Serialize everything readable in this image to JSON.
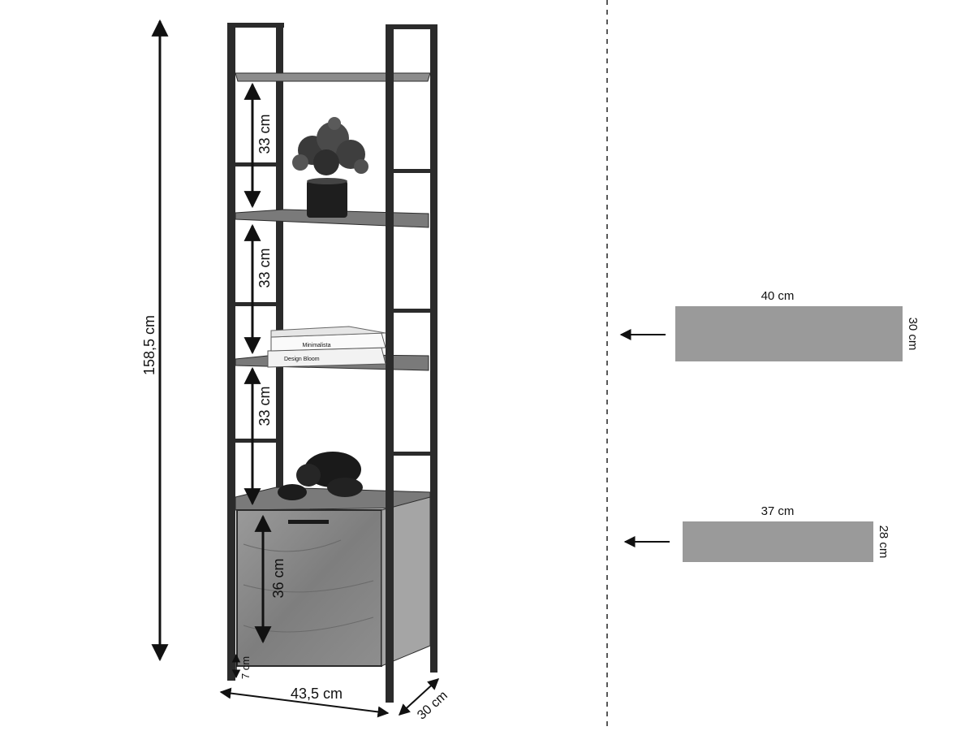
{
  "shelf_unit": {
    "height_label": "158,5 cm",
    "width_label": "43,5 cm",
    "depth_label": "30 cm",
    "leg_label": "7 cm",
    "gap_labels": [
      "33 cm",
      "33 cm",
      "33 cm"
    ],
    "cabinet_label": "36 cm",
    "book_titles": [
      "Minimalista",
      "Design Bloom"
    ]
  },
  "shelf_plates": [
    {
      "width_label": "40 cm",
      "depth_label": "30 cm"
    },
    {
      "width_label": "37 cm",
      "depth_label": "28 cm"
    }
  ],
  "colors": {
    "frame": "#2b2b2b",
    "shelf": "#7a7a7a",
    "plate": "#9a9a9a",
    "wood": "#8a8a8a",
    "ink": "#111111"
  }
}
